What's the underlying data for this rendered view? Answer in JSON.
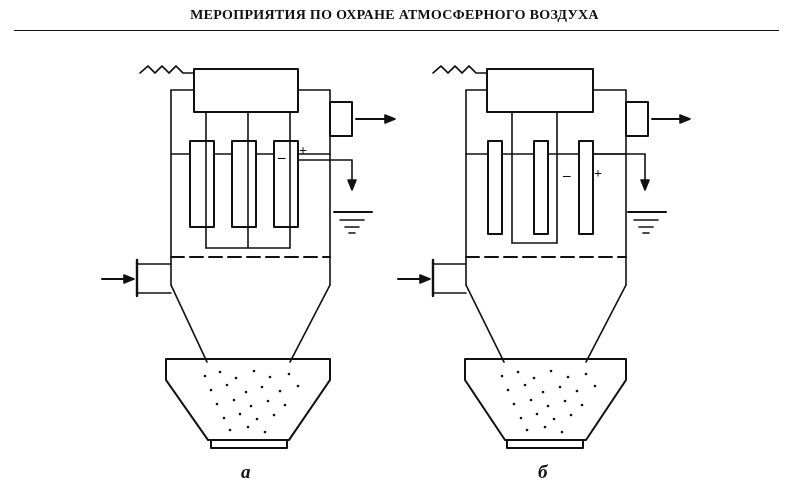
{
  "header": {
    "title": "МЕРОПРИЯТИЯ ПО ОХРАНЕ АТМОСФЕРНОГО ВОЗДУХА"
  },
  "figures": [
    {
      "caption": "а",
      "plus_sign": "+",
      "minus_sign": "–"
    },
    {
      "caption": "б",
      "plus_sign": "+",
      "minus_sign": "–"
    }
  ]
}
